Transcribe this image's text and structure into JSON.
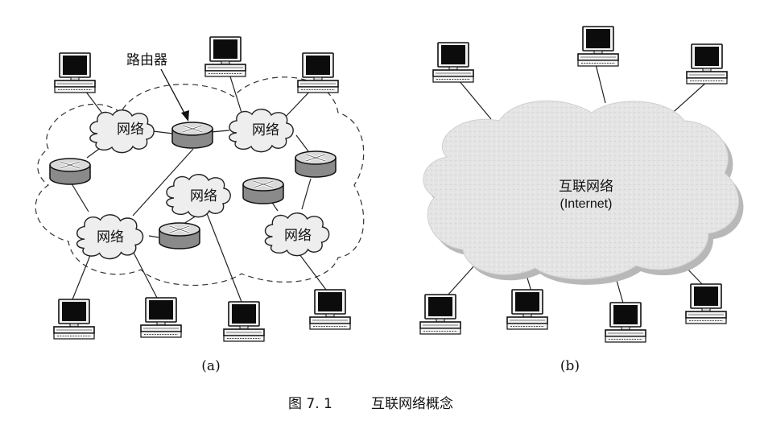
{
  "panel_a": {
    "router_label": "路由器",
    "network_label": "网络",
    "sub_caption": "(a)"
  },
  "panel_b": {
    "cloud_label_line1": "互联网络",
    "cloud_label_line2": "(Internet)",
    "sub_caption": "(b)"
  },
  "caption": {
    "figure_number": "图 7. 1",
    "title": "互联网络概念"
  }
}
